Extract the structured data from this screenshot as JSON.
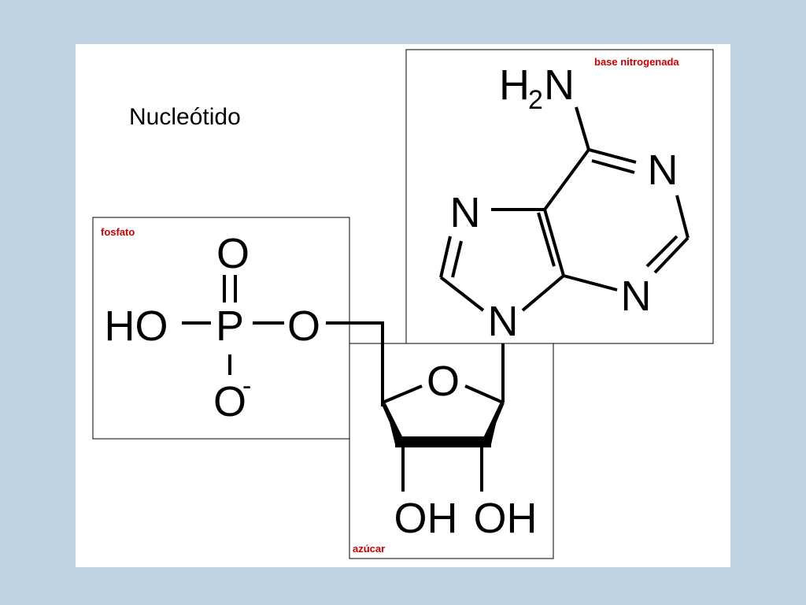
{
  "title": "Nucleótido",
  "regions": {
    "phosphate": "fosfato",
    "base": "base nitrogenada",
    "sugar": "azúcar"
  },
  "atoms": {
    "phosphate_oxygen_top": "O",
    "phosphate_hydroxyl": "HO",
    "phosphorus": "P",
    "bridge_oxygen": "O",
    "phosphate_oxygen_bottom": "O",
    "negative_charge": "-",
    "amine_h": "H",
    "amine_subscript": "2",
    "amine_n": "N",
    "n_ring_top_right": "N",
    "n_ring_left": "N",
    "n_ring_bottom_right": "N",
    "n_glycosidic": "N",
    "ring_oxygen": "O",
    "hydroxyl_left": "OH",
    "hydroxyl_right": "OH"
  },
  "colors": {
    "background": "#bfd3e5",
    "slide": "#ffffff",
    "label": "#cc0000"
  }
}
